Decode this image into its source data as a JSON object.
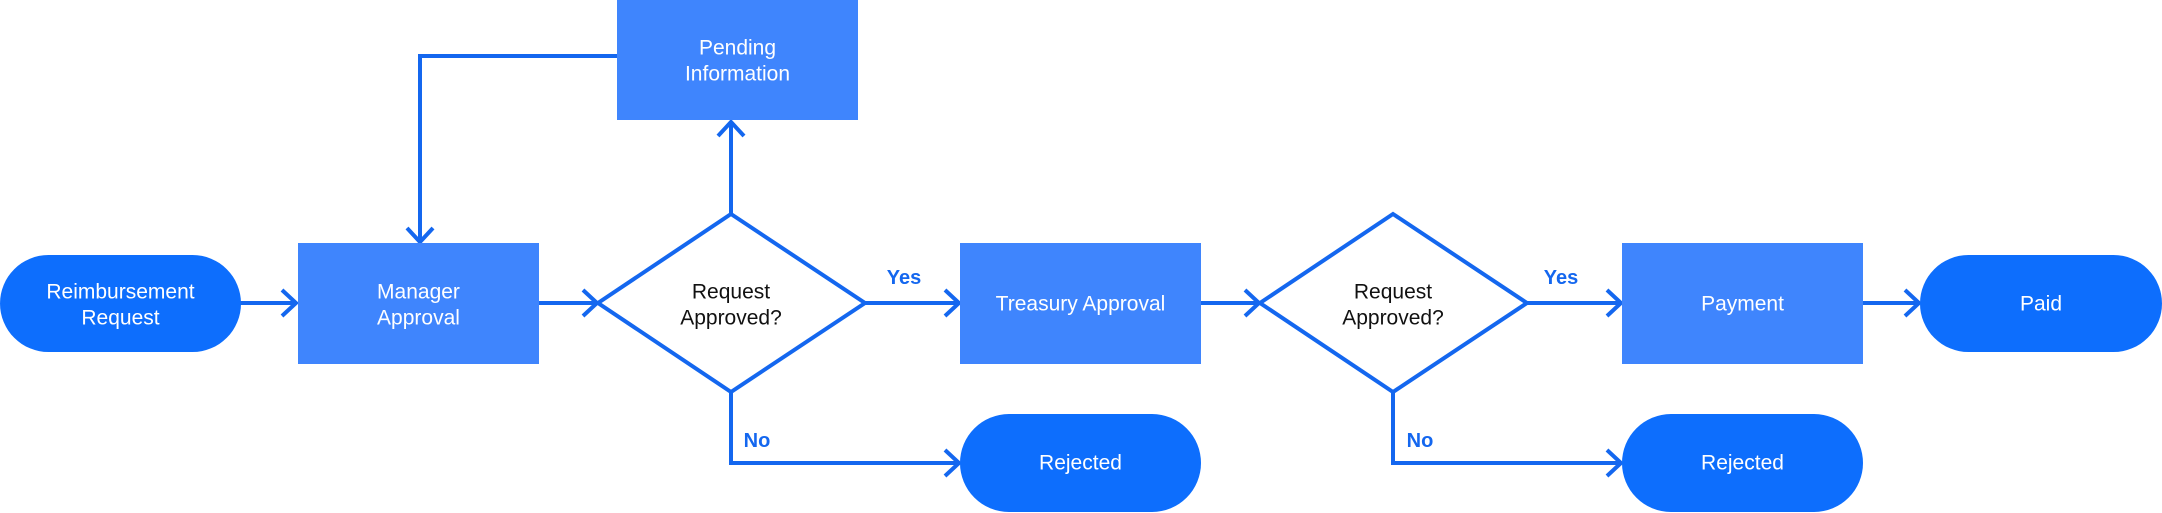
{
  "colors": {
    "terminal": "#0d6efd",
    "process": "#3f85fd",
    "line": "#1467ef",
    "decision_stroke": "#1467ef",
    "decision_fill": "#ffffff",
    "light_text": "#ffffff",
    "dark_text": "#111111",
    "label_text": "#1467ef"
  },
  "nodes": {
    "reimbursement_request": {
      "line1": "Reimbursement",
      "line2": "Request"
    },
    "manager_approval": {
      "line1": "Manager",
      "line2": "Approval"
    },
    "pending_information": {
      "line1": "Pending",
      "line2": "Information"
    },
    "decision_1": {
      "line1": "Request",
      "line2": "Approved?"
    },
    "treasury_approval": {
      "label": "Treasury Approval"
    },
    "decision_2": {
      "line1": "Request",
      "line2": "Approved?"
    },
    "payment": {
      "label": "Payment"
    },
    "paid": {
      "label": "Paid"
    },
    "rejected_1": {
      "label": "Rejected"
    },
    "rejected_2": {
      "label": "Rejected"
    }
  },
  "edge_labels": {
    "yes_1": "Yes",
    "no_1": "No",
    "yes_2": "Yes",
    "no_2": "No"
  }
}
